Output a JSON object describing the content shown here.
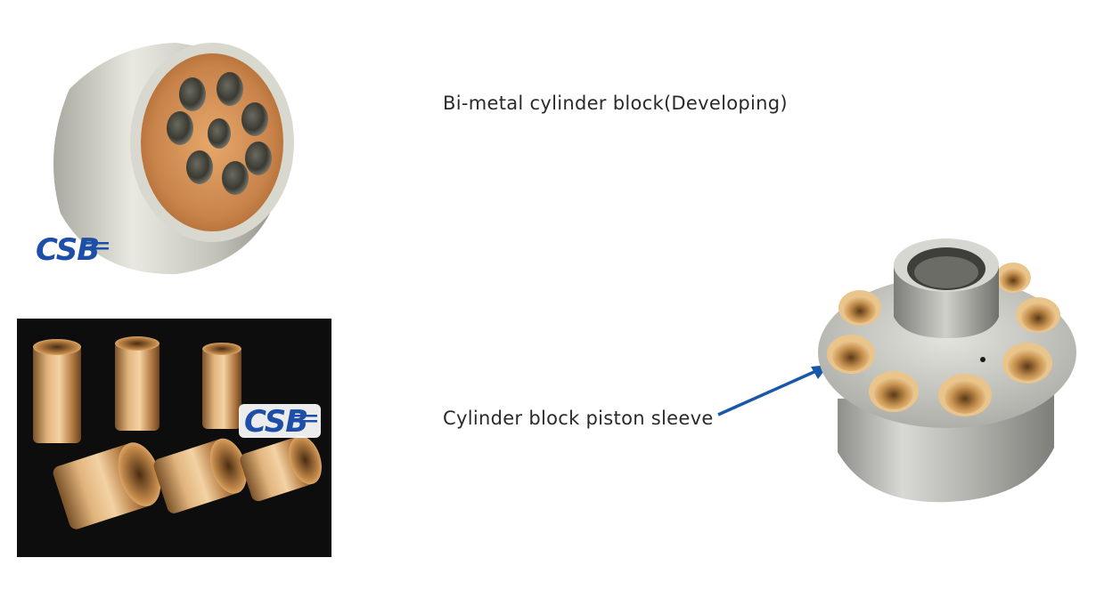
{
  "captions": {
    "bimetal": "Bi-metal cylinder block(Developing)",
    "sleeve": "Cylinder block piston sleeve"
  },
  "logos": {
    "top": "CSB",
    "bottom": "CSB"
  },
  "colors": {
    "logo_blue": "#1d4ea8",
    "arrow_blue": "#1a57a8",
    "bronze": "#c58a4a",
    "steel": "#c9c9c4",
    "photo_bg": "#0d0d0d"
  }
}
